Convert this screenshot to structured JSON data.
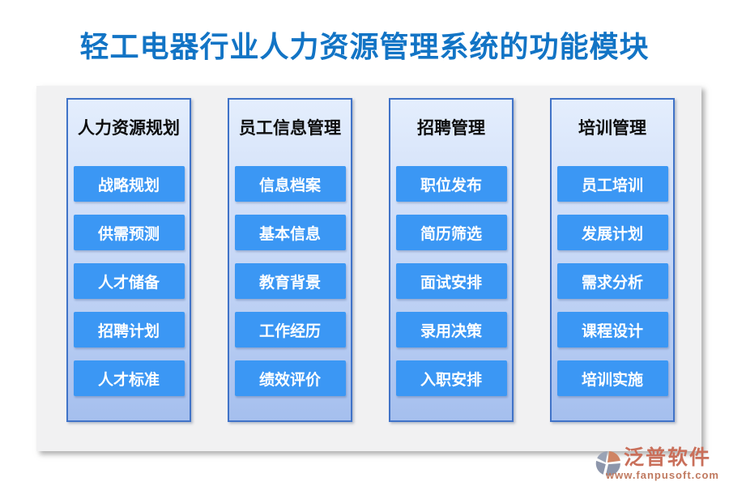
{
  "title": "轻工电器行业人力资源管理系统的功能模块",
  "columns": [
    {
      "header": "人力资源规划",
      "items": [
        "战略规划",
        "供需预测",
        "人才储备",
        "招聘计划",
        "人才标准"
      ]
    },
    {
      "header": "员工信息管理",
      "items": [
        "信息档案",
        "基本信息",
        "教育背景",
        "工作经历",
        "绩效评价"
      ]
    },
    {
      "header": "招聘管理",
      "items": [
        "职位发布",
        "简历筛选",
        "面试安排",
        "录用决策",
        "入职安排"
      ]
    },
    {
      "header": "培训管理",
      "items": [
        "员工培训",
        "发展计划",
        "需求分析",
        "课程设计",
        "培训实施"
      ]
    }
  ],
  "footer": {
    "brand": "泛普软件",
    "website": "www.fanpusoft.com"
  },
  "colors": {
    "title_blue": "#1274c5",
    "module_button_blue": "#3b97f4",
    "column_border_blue": "#4073c8",
    "column_gradient_top": "#e4eefd",
    "column_gradient_bottom": "#a5bfee",
    "panel_gray": "#f1f1f2",
    "brand_red": "#c96f5a"
  }
}
